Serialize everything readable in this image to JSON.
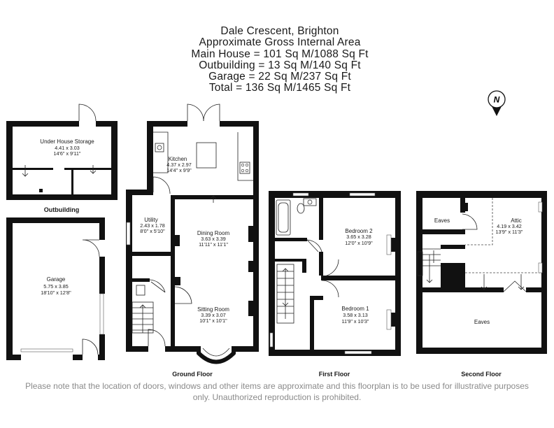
{
  "header": {
    "address": "Dale Crescent, Brighton",
    "subtitle": "Approximate Gross Internal Area",
    "main_house": "Main House = 101 Sq M/1088 Sq Ft",
    "outbuilding": "Outbuilding = 13 Sq M/140 Sq Ft",
    "garage": "Garage = 22 Sq M/237 Sq Ft",
    "total": "Total = 136 Sq M/1465 Sq Ft"
  },
  "compass": {
    "letter": "N"
  },
  "rooms": {
    "under_house_storage": {
      "name": "Under House Storage",
      "metric": "4.41 x 3.03",
      "imperial": "14'6\" x 9'11\""
    },
    "garage": {
      "name": "Garage",
      "metric": "5.75 x 3.85",
      "imperial": "18'10\" x 12'8\""
    },
    "kitchen": {
      "name": "Kitchen",
      "metric": "4.37 x 2.97",
      "imperial": "14'4\" x 9'9\""
    },
    "utility": {
      "name": "Utility",
      "metric": "2.43 x 1.78",
      "imperial": "8'0\" x 5'10\""
    },
    "dining_room": {
      "name": "Dining Room",
      "metric": "3.63 x 3.39",
      "imperial": "11'11\" x 11'1\""
    },
    "sitting_room": {
      "name": "Sitting Room",
      "metric": "3.39 x 3.07",
      "imperial": "10'1\" x 10'1\""
    },
    "bedroom_2": {
      "name": "Bedroom 2",
      "metric": "3.65 x 3.28",
      "imperial": "12'0\" x 10'9\""
    },
    "bedroom_1": {
      "name": "Bedroom 1",
      "metric": "3.58 x 3.13",
      "imperial": "11'9\" x 10'3\""
    },
    "attic": {
      "name": "Attic",
      "metric": "4.19 x 3.42",
      "imperial": "13'9\" x 11'3\""
    },
    "eaves_top": {
      "name": "Eaves"
    },
    "eaves_bottom": {
      "name": "Eaves"
    }
  },
  "floors": {
    "outbuilding": "Outbuilding",
    "ground": "Ground Floor",
    "first": "First Floor",
    "second": "Second Floor"
  },
  "disclaimer": "Please note that the location of doors, windows and other items are approximate and this floorplan is to be used for illustrative purposes only. Unauthorized reproduction is prohibited."
}
